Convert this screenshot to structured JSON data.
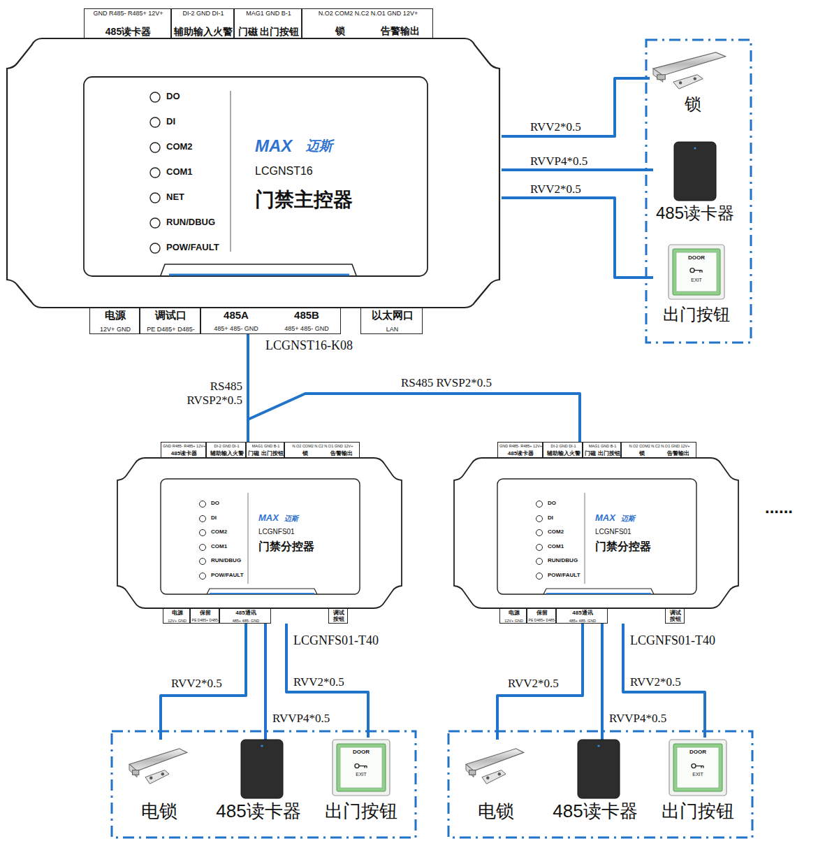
{
  "diagram": {
    "nodes": [
      {
        "text": [
          "DO",
          "DI",
          "COM2",
          "COM1",
          "NET",
          "RUN/DBUG",
          "POW/FAULT",
          "MAX",
          "迈斯",
          "LCGNST16",
          "门禁主控器"
        ]
      },
      {
        "text": [
          "GND R485- R485+ 12V+",
          "485读卡器"
        ],
        "in": 0
      },
      {
        "text": [
          "DI-2 GND DI-1",
          "辅助输入火警"
        ],
        "in": 0
      },
      {
        "text": [
          "MAG1 GND B-1",
          "门磁 出门按钮"
        ],
        "in": 0
      },
      {
        "text": [
          "N.O2 COM2 N.C2 N.O1 GND 12V+",
          "锁",
          "告警输出"
        ],
        "in": 0
      },
      {
        "text": [
          "电源",
          "12V+ GND"
        ],
        "in": 0
      },
      {
        "text": [
          "调试口",
          "PE D485+ D485-"
        ],
        "in": 0
      },
      {
        "text": [
          "485A",
          "485B",
          "485+ 485- GND",
          "485+ 485- GND"
        ],
        "in": 0
      },
      {
        "text": [
          "以太网口",
          "LAN"
        ],
        "in": 0
      },
      {
        "text": [
          "锁"
        ]
      },
      {
        "text": [
          "485读卡器"
        ]
      },
      {
        "text": [
          "DOOR",
          "EXIT",
          "出门按钮"
        ]
      },
      {
        "text": [
          "DO",
          "DI",
          "COM2",
          "COM1",
          "RUN/DBUG",
          "POW/FAULT",
          "MAX",
          "迈斯",
          "LCGNFS01",
          "门禁分控器"
        ]
      },
      {
        "text": [
          "GND R485- R485+ 12V+",
          "485读卡器"
        ],
        "in": 12
      },
      {
        "text": [
          "DI-2 GND DI-1",
          "辅助输入火警"
        ],
        "in": 12
      },
      {
        "text": [
          "MAG1 GND B-1",
          "门磁 出门按钮"
        ],
        "in": 12
      },
      {
        "text": [
          "N.O2 COM2 N.C2 N.O1 GND 12V+",
          "锁",
          "告警输出"
        ],
        "in": 12
      },
      {
        "text": [
          "电源",
          "12V+ GND"
        ],
        "in": 12
      },
      {
        "text": [
          "保留",
          "PE D485+ D485-"
        ],
        "in": 12
      },
      {
        "text": [
          "485通讯",
          "485+ 485- GND"
        ],
        "in": 12
      },
      {
        "text": [
          "调试按钮"
        ],
        "in": 12
      },
      {
        "text": [
          "DO",
          "DI",
          "COM2",
          "COM1",
          "RUN/DBUG",
          "POW/FAULT",
          "MAX",
          "迈斯",
          "LCGNFS01",
          "门禁分控器"
        ]
      },
      {
        "text": [
          "GND R485- R485+ 12V+",
          "485读卡器"
        ],
        "in": 21
      },
      {
        "text": [
          "DI-2 GND DI-1",
          "辅助输入火警"
        ],
        "in": 21
      },
      {
        "text": [
          "MAG1 GND B-1",
          "门磁 出门按钮"
        ],
        "in": 21
      },
      {
        "text": [
          "N.O2 COM2 N.C2 N.O1 GND 12V+",
          "锁",
          "告警输出"
        ],
        "in": 21
      },
      {
        "text": [
          "电源",
          "12V+ GND"
        ],
        "in": 21
      },
      {
        "text": [
          "保留",
          "PE D485+ D485-"
        ],
        "in": 21
      },
      {
        "text": [
          "485通讯",
          "485+ 485- GND"
        ],
        "in": 21
      },
      {
        "text": [
          "调试按钮"
        ],
        "in": 21
      },
      {
        "text": [
          "电锁"
        ]
      },
      {
        "text": [
          "485读卡器"
        ]
      },
      {
        "text": [
          "DOOR",
          "EXIT",
          "出门按钮"
        ]
      },
      {
        "text": [
          "电锁"
        ]
      },
      {
        "text": [
          "485读卡器"
        ]
      },
      {
        "text": [
          "DOOR",
          "EXIT",
          "出门按钮"
        ]
      }
    ],
    "edges": [
      {
        "from": 0,
        "to": 9,
        "arrow": "none",
        "label": "RVV2*0.5"
      },
      {
        "from": 0,
        "to": 10,
        "arrow": "none",
        "label": "RVVP4*0.5"
      },
      {
        "from": 0,
        "to": 11,
        "arrow": "none",
        "label": "RVV2*0.5"
      },
      {
        "from": 0,
        "to": 12,
        "arrow": "none",
        "label": "RS485 RVSP2*0.5"
      },
      {
        "from": 0,
        "to": 21,
        "arrow": "none",
        "label": "RS485 RVSP2*0.5"
      },
      {
        "from": 12,
        "to": 30,
        "arrow": "none",
        "label": "RVV2*0.5"
      },
      {
        "from": 12,
        "to": 31,
        "arrow": "none",
        "label": "RVVP4*0.5"
      },
      {
        "from": 12,
        "to": 32,
        "arrow": "none",
        "label": "RVV2*0.5"
      },
      {
        "from": 21,
        "to": 33,
        "arrow": "none",
        "label": "RVV2*0.5"
      },
      {
        "from": 21,
        "to": 34,
        "arrow": "none",
        "label": "RVVP4*0.5"
      },
      {
        "from": 21,
        "to": 35,
        "arrow": "none",
        "label": "RVV2*0.5"
      }
    ],
    "labels": [
      "LCGNST16-K08",
      "LCGNFS01-T40",
      "LCGNFS01-T40",
      "......"
    ]
  }
}
